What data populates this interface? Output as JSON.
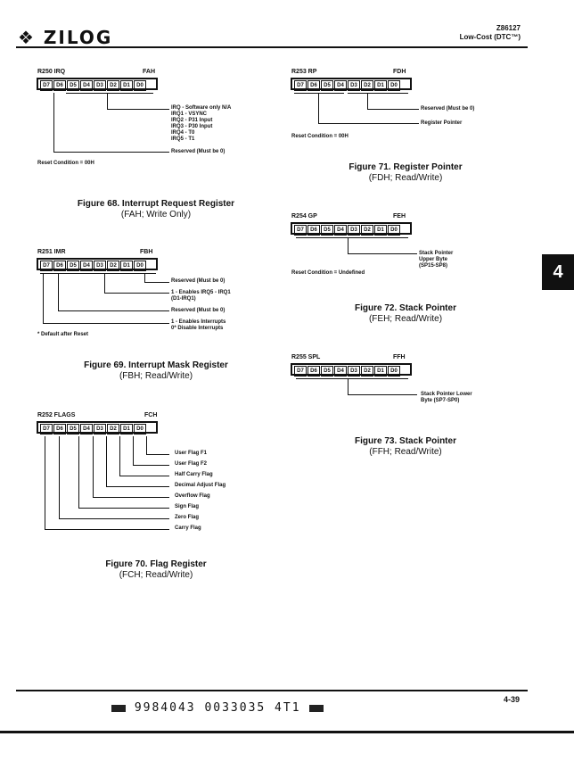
{
  "header": {
    "logo": "ZILOG",
    "part": "Z86127",
    "subtitle": "Low-Cost (DTC™)"
  },
  "side_tab": "4",
  "bits": [
    "D7",
    "D6",
    "D5",
    "D4",
    "D3",
    "D2",
    "D1",
    "D0"
  ],
  "fig68": {
    "reg_name": "R250 IRQ",
    "addr": "FAH",
    "annotations": [
      "IRQ - Software only N/A",
      "IRQ1 - VSYNC",
      "IRQ2 - P31 Input",
      "IRQ3 - P30 Input",
      "IRQ4 - T0",
      "IRQ5 - T1"
    ],
    "reserved": "Reserved (Must be 0)",
    "reset": "Reset Condition = 00H",
    "title": "Figure 68.  Interrupt Request Register",
    "sub": "(FAH; Write Only)"
  },
  "fig69": {
    "reg_name": "R251 IMR",
    "addr": "FBH",
    "annotations": [
      "Reserved (Must be 0)",
      "1 - Enables IRQ5 - IRQ1",
      "(D1-IRQ1)",
      "Reserved (Must be 0)",
      "1 - Enables Interrupts",
      "0* Disable Interrupts"
    ],
    "note": "* Default after Reset",
    "title": "Figure 69.  Interrupt Mask Register",
    "sub": "(FBH; Read/Write)"
  },
  "fig70": {
    "reg_name": "R252 FLAGS",
    "addr": "FCH",
    "annotations": [
      "User Flag F1",
      "User Flag F2",
      "Half Carry Flag",
      "Decimal Adjust Flag",
      "Overflow Flag",
      "Sign Flag",
      "Zero Flag",
      "Carry Flag"
    ],
    "title": "Figure 70.  Flag Register",
    "sub": "(FCH; Read/Write)"
  },
  "fig71": {
    "reg_name": "R253 RP",
    "addr": "FDH",
    "annotations": [
      "Reserved (Must be 0)",
      "Register Pointer"
    ],
    "reset": "Reset Condition = 00H",
    "title": "Figure 71.  Register Pointer",
    "sub": "(FDH; Read/Write)"
  },
  "fig72": {
    "reg_name": "R254 GP",
    "addr": "FEH",
    "annotations": [
      "Stack Pointer",
      "Upper Byte",
      "(SP15-SP8)"
    ],
    "reset": "Reset Condition = Undefined",
    "title": "Figure 72.  Stack Pointer",
    "sub": "(FEH; Read/Write)"
  },
  "fig73": {
    "reg_name": "R255 SPL",
    "addr": "FFH",
    "annotations": [
      "Stack Pointer Lower",
      "Byte (SP7-SP0)"
    ],
    "title": "Figure 73.  Stack Pointer",
    "sub": "(FFH; Read/Write)"
  },
  "footer": {
    "page": "4-39",
    "barcode": "9984043 0033035 4T1"
  }
}
